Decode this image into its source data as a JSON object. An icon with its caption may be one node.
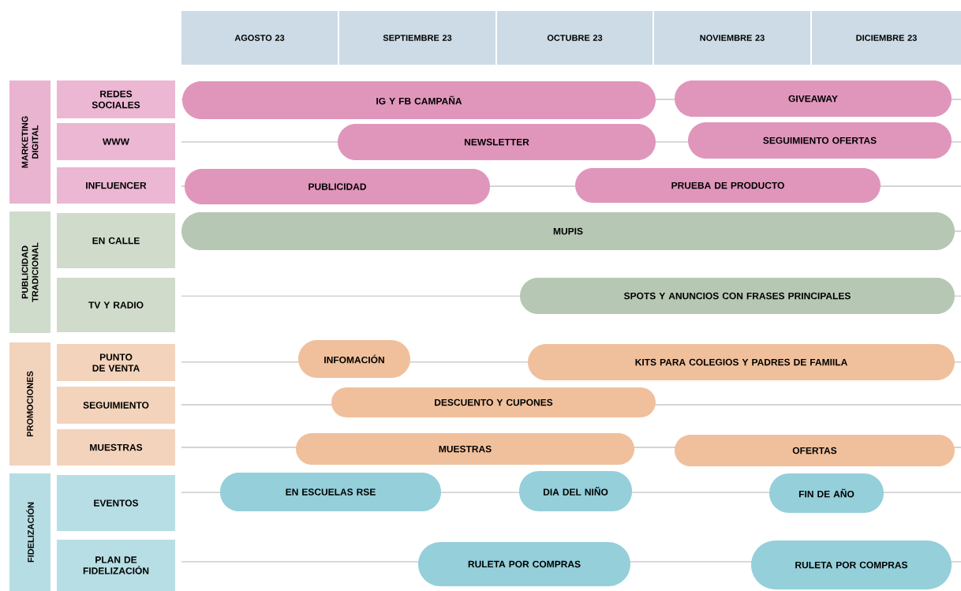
{
  "diagram": {
    "nodes": [
      {
        "text": [
          "AGOSTO 23"
        ]
      },
      {
        "text": [
          "SEPTIEMBRE 23"
        ]
      },
      {
        "text": [
          "OCTUBRE 23"
        ]
      },
      {
        "text": [
          "NOVIEMBRE 23"
        ]
      },
      {
        "text": [
          "DICIEMBRE  23"
        ]
      },
      {
        "text": [
          "MARKETING DIGITAL"
        ]
      },
      {
        "text": [
          "REDES SOCIALES"
        ]
      },
      {
        "text": [
          "IG Y FB CAMPAÑA"
        ]
      },
      {
        "text": [
          "GIVEAWAY"
        ]
      },
      {
        "text": [
          "WWW"
        ]
      },
      {
        "text": [
          "NEWSLETTER"
        ]
      },
      {
        "text": [
          "SEGUIMIENTO OFERTAS"
        ]
      },
      {
        "text": [
          "INFLUENCER"
        ]
      },
      {
        "text": [
          "PUBLICIDAD"
        ]
      },
      {
        "text": [
          "PRUEBA DE PRODUCTO"
        ]
      },
      {
        "text": [
          "PUBLICIDAD TRADICIONAL"
        ]
      },
      {
        "text": [
          "EN CALLE"
        ]
      },
      {
        "text": [
          "MUPIS"
        ]
      },
      {
        "text": [
          "TV Y RADIO"
        ]
      },
      {
        "text": [
          "SPOTS Y ANUNCIOS CON FRASES PRINCIPALES"
        ]
      },
      {
        "text": [
          "PROMOCIONES"
        ]
      },
      {
        "text": [
          "PUNTO DE VENTA"
        ]
      },
      {
        "text": [
          "INFOMACIÓN"
        ]
      },
      {
        "text": [
          "KITS PARA COLEGIOS Y PADRES DE FAMIILA"
        ]
      },
      {
        "text": [
          "SEGUIMIENTO"
        ]
      },
      {
        "text": [
          "DESCUENTO Y CUPONES"
        ]
      },
      {
        "text": [
          "MUESTRAS"
        ]
      },
      {
        "text": [
          "MUESTRAS"
        ]
      },
      {
        "text": [
          "OFERTAS"
        ]
      },
      {
        "text": [
          "FIDELIZACIÓN"
        ]
      },
      {
        "text": [
          "EVENTOS"
        ]
      },
      {
        "text": [
          "EN ESCUELAS RSE"
        ]
      },
      {
        "text": [
          "DIA DEL NIÑO"
        ]
      },
      {
        "text": [
          "FIN DE AÑO"
        ]
      },
      {
        "text": [
          "PLAN DE FIDELIZACIÓN"
        ]
      },
      {
        "text": [
          "RULETA POR COMPRAS"
        ]
      },
      {
        "text": [
          "RULETA POR COMPRAS"
        ]
      }
    ]
  }
}
